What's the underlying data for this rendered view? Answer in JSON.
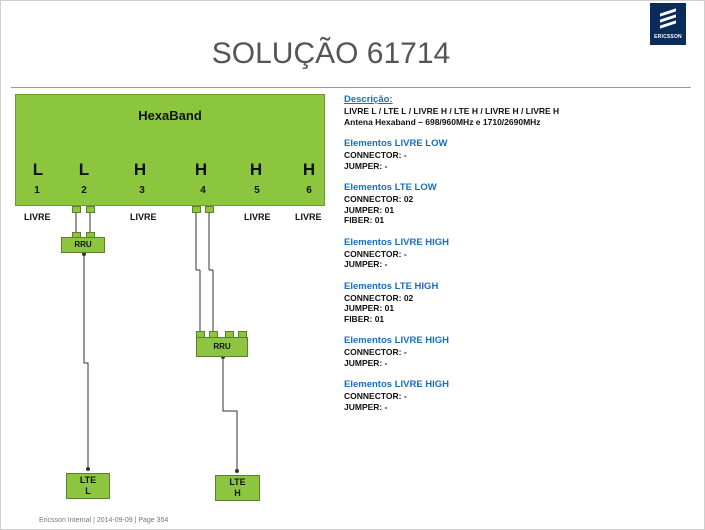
{
  "title": "SOLUÇÃO 61714",
  "logo": {
    "text": "ERICSSON",
    "icon": "ericsson-logo-icon",
    "color": "#0a2c5a"
  },
  "diagram": {
    "band_title": "HexaBand",
    "ports": [
      {
        "letter": "L",
        "number": "1"
      },
      {
        "letter": "L",
        "number": "2"
      },
      {
        "letter": "H",
        "number": "3"
      },
      {
        "letter": "H",
        "number": "4"
      },
      {
        "letter": "H",
        "number": "5"
      },
      {
        "letter": "H",
        "number": "6"
      }
    ],
    "livre_labels": [
      "LIVRE",
      "LIVRE",
      "LIVRE",
      "LIVRE"
    ],
    "rru_low": "RRU",
    "rru_high": "RRU",
    "lte_low": {
      "line1": "LTE",
      "line2": "L"
    },
    "lte_high": {
      "line1": "LTE",
      "line2": "H"
    },
    "colors": {
      "green": "#8cc63f",
      "wire": "#333333"
    }
  },
  "info": {
    "descricao_heading": "Descrição:",
    "descricao_lines": [
      "LIVRE L / LTE L / LIVRE H / LTE H / LIVRE H / LIVRE H",
      "Antena Hexaband – 698/960MHz  e  1710/2690MHz"
    ],
    "sections": [
      {
        "heading": "Elementos LIVRE LOW",
        "lines": [
          "CONNECTOR: -",
          "JUMPER: -"
        ]
      },
      {
        "heading": "Elementos LTE LOW",
        "lines": [
          "CONNECTOR: 02",
          "JUMPER: 01",
          "FIBER: 01"
        ]
      },
      {
        "heading": "Elementos LIVRE HIGH",
        "lines": [
          "CONNECTOR: -",
          "JUMPER: -"
        ]
      },
      {
        "heading": "Elementos LTE HIGH",
        "lines": [
          "CONNECTOR: 02",
          "JUMPER: 01",
          "FIBER: 01"
        ]
      },
      {
        "heading": "Elementos LIVRE HIGH",
        "lines": [
          "CONNECTOR: -",
          "JUMPER: -"
        ]
      },
      {
        "heading": "Elementos LIVRE HIGH",
        "lines": [
          "CONNECTOR: -",
          "JUMPER: -"
        ]
      }
    ],
    "heading_color": "#1a6dc2"
  },
  "footer": "Ericsson Internal  |  2014-09-09  |  Page 354"
}
